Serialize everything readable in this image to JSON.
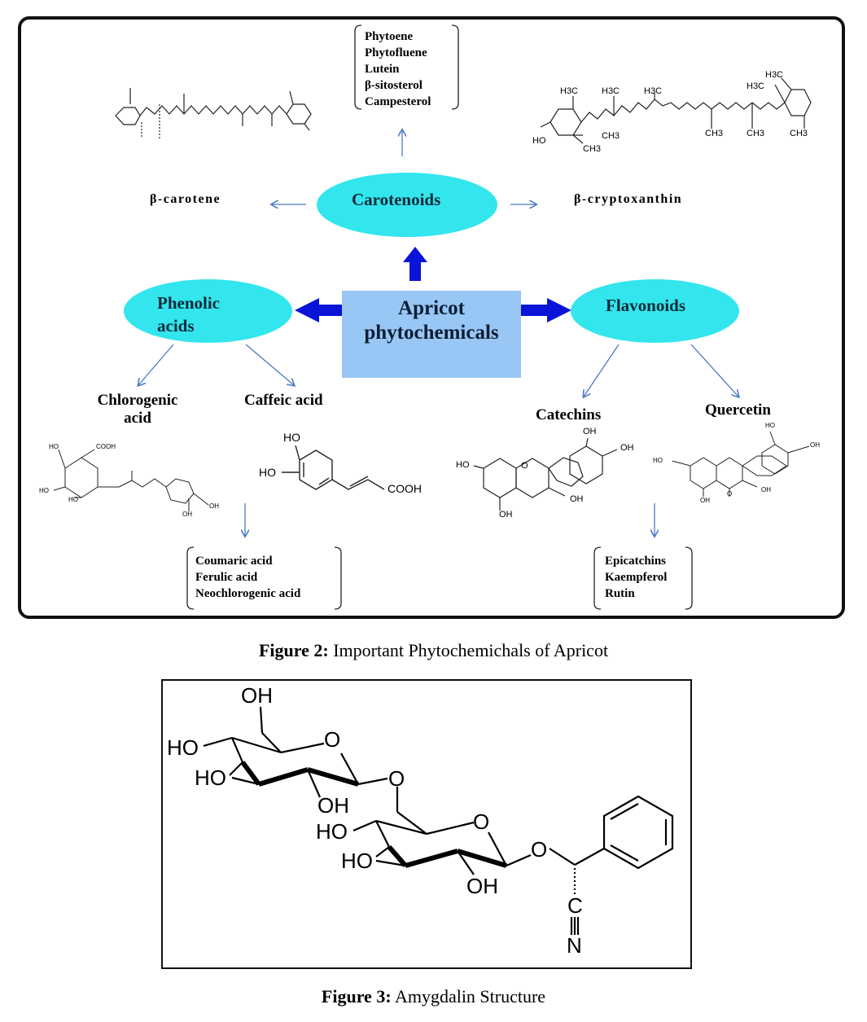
{
  "figure2": {
    "center_label": [
      "Apricot",
      "phytochemicals"
    ],
    "nodes": {
      "carotenoids": "Carotenoids",
      "phenolic_acids": [
        "Phenolic",
        "acids"
      ],
      "flavonoids": "Flavonoids"
    },
    "carotenoid_list": [
      "Phytoene",
      "Phytofluene",
      "Lutein",
      "β-sitosterol",
      "Campesterol"
    ],
    "beta_carotene": "β-carotene",
    "beta_cryptoxanthin": "β-cryptoxanthin",
    "chlorogenic": [
      "Chlorogenic",
      "acid"
    ],
    "caffeic": "Caffeic acid",
    "catechins": "Catechins",
    "quercetin": "Quercetin",
    "phenolic_list": [
      "Coumaric acid",
      "Ferulic acid",
      "Neochlorogenic acid"
    ],
    "flavonoid_list": [
      "Epicatchins",
      "Kaempferol",
      "Rutin"
    ],
    "chem_labels": {
      "ho": "HO",
      "oh": "OH",
      "cooh": "COOH",
      "h3c": "H3C",
      "ch3": "CH3",
      "o": "O"
    },
    "caption_bold": "Figure 2:",
    "caption_text": " Important Phytochemichals of Apricot"
  },
  "figure3": {
    "labels": {
      "oh": "OH",
      "ho": "HO",
      "o": "O",
      "c": "C",
      "n": "N"
    },
    "caption_bold": "Figure 3:",
    "caption_text": " Amygdalin Structure"
  },
  "colors": {
    "ellipse": "#33e6ee",
    "center_box": "#98c6f5",
    "thick_arrow": "#0a14d8",
    "thin_arrow": "#4a79c2"
  }
}
